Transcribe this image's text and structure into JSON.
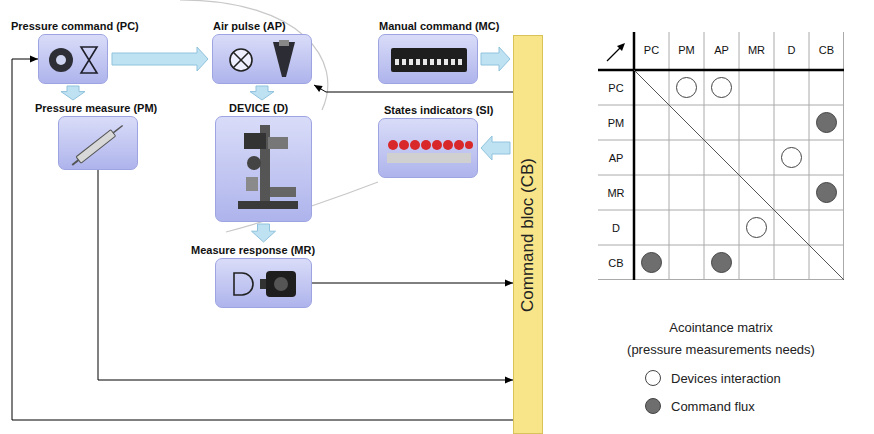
{
  "diagram": {
    "nodes": [
      {
        "text": [
          "Pressure command (PC)"
        ]
      },
      {
        "text": [
          "Air pulse (AP)"
        ]
      },
      {
        "text": [
          "Manual command (MC)"
        ]
      },
      {
        "text": [
          "Pressure measure (PM)"
        ]
      },
      {
        "text": [
          "DEVICE (D)"
        ]
      },
      {
        "text": [
          "States indicators (SI)"
        ]
      },
      {
        "text": [
          "Measure response (MR)"
        ]
      },
      {
        "text": [
          "Command bloc (CB)"
        ]
      }
    ],
    "edges": [
      {
        "from": 0,
        "to": 1,
        "arrow": "to"
      },
      {
        "from": 0,
        "to": 3,
        "arrow": "to"
      },
      {
        "from": 1,
        "to": 4,
        "arrow": "to"
      },
      {
        "from": 4,
        "to": 6,
        "arrow": "to"
      },
      {
        "from": 2,
        "to": 7,
        "arrow": "to"
      },
      {
        "from": 7,
        "to": 5,
        "arrow": "to"
      },
      {
        "from": 7,
        "to": 1,
        "arrow": "to"
      },
      {
        "from": 6,
        "to": 7,
        "arrow": "to"
      },
      {
        "from": 3,
        "to": 7,
        "arrow": "to"
      },
      {
        "from": 7,
        "to": 0,
        "arrow": "to"
      }
    ],
    "labels": [
      "PC",
      "PM",
      "AP",
      "MR",
      "D",
      "CB",
      "PC",
      "PM",
      "AP",
      "MR",
      "D",
      "CB",
      "Acointance matrix",
      "(pressure measurements needs)"
    ],
    "legend": [
      {
        "text": "Devices interaction",
        "color": "#ffffff"
      },
      {
        "text": "Command flux",
        "color": "#6e6e6e"
      }
    ]
  }
}
